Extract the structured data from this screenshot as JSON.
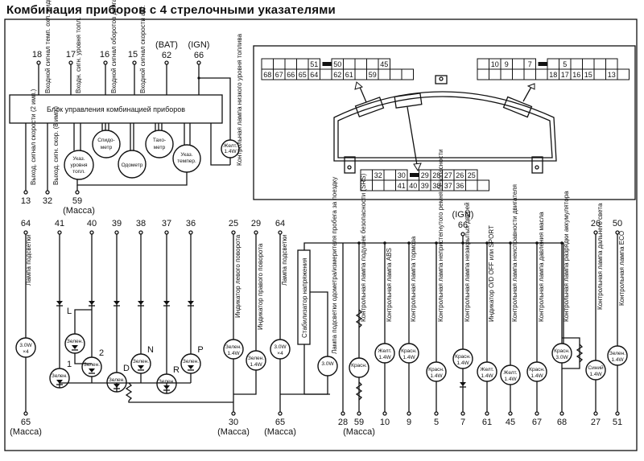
{
  "title": "Комбинация приборов с 4 стрелочными указателями",
  "top_section": {
    "control_unit_label": "Блок управления комбинацией приборов",
    "top_pins": [
      {
        "num": "18",
        "label": "Входной сигнал темп. охл. жидк."
      },
      {
        "num": "17",
        "label": "Входн. сигн. уровня топл."
      },
      {
        "num": "16",
        "label": "Входной сигнал оборотов двигателя"
      },
      {
        "num": "15",
        "label": "Входной сигнал скорости авт."
      },
      {
        "num": "62",
        "label": "",
        "tag": "(BAT)"
      },
      {
        "num": "66",
        "label": "",
        "tag": "(IGN)"
      }
    ],
    "bottom_pins": [
      {
        "num": "13",
        "label": "Выход. сигнал скорости (2 имп.)"
      },
      {
        "num": "32",
        "label": "Выход. сигн. скор. (8 имп.)"
      },
      {
        "num": "59",
        "sub": "(Масса)"
      }
    ],
    "gauges": [
      {
        "id": "fuel",
        "label": "Указ. уровня топл."
      },
      {
        "id": "speedometer",
        "label": "Спидо-метр"
      },
      {
        "id": "odometer",
        "label": "Одометр"
      },
      {
        "id": "tachometer",
        "label": "Тахо-метр"
      },
      {
        "id": "temp",
        "label": "Указ. темпер."
      }
    ],
    "low_fuel_lamp": {
      "rating": "Желт. 1.4W",
      "label": "Контрольная лампа низкого уровня топлива"
    }
  },
  "connectors": {
    "left": {
      "row1": [
        "",
        "",
        "",
        "",
        "51",
        "KEY",
        "50",
        "",
        "",
        "",
        "45"
      ],
      "row2": [
        "68",
        "67",
        "66",
        "65",
        "64",
        "",
        "62",
        "61",
        "",
        "59",
        "",
        "",
        ""
      ]
    },
    "right": {
      "row1": [
        "",
        "10",
        "9",
        "",
        "7",
        "KEY",
        "",
        "5",
        "",
        "",
        "",
        ""
      ],
      "row2": [
        "",
        "",
        "",
        "",
        "",
        "",
        "18",
        "17",
        "16",
        "15",
        "",
        "13",
        ""
      ]
    },
    "bottom": {
      "row1": [
        "",
        "32",
        "",
        "30",
        "KEY",
        "29",
        "28",
        "27",
        "26",
        "25"
      ],
      "row2": [
        "",
        "",
        "",
        "41",
        "40",
        "39",
        "38",
        "37",
        "36",
        "",
        ""
      ]
    }
  },
  "bottom_section": {
    "ign_label": "(IGN)",
    "ign_pin": "66",
    "circuits": [
      {
        "pin_top": "64",
        "label": "Лампа подсветки",
        "lamp": "3.0W ×4",
        "pin_bottom": "65",
        "sub": "(Масса)"
      },
      {
        "pin_top": "41",
        "lamp": "Зелен.",
        "tag": "1"
      },
      {
        "pin_top": "40",
        "lamp": "Зелен.",
        "tag": "2",
        "extra_lamp": "Зелен.",
        "extra_tag": "L"
      },
      {
        "pin_top": "39",
        "lamp": "Зелен.",
        "tag": "D"
      },
      {
        "pin_top": "38",
        "lamp": "Зелен.",
        "tag": "N"
      },
      {
        "pin_top": "37",
        "lamp": "Зелен.",
        "tag": "R"
      },
      {
        "pin_top": "36",
        "lamp": "Зелен.",
        "tag": "P"
      },
      {
        "pin_top": "25",
        "label": "Индикатор левого поворота",
        "lamp": "Зелен. 1.4W",
        "pin_bottom": "30",
        "sub": "(Масса)"
      },
      {
        "pin_top": "29",
        "label": "Индикатор правого поворота",
        "lamp": "Зелен. 1.4W"
      },
      {
        "pin_top": "64",
        "label": "Лампа подсветки",
        "lamp": "3.0W ×4",
        "pin_bottom": "65",
        "sub": "(Масса)"
      },
      {
        "label": "Стабилизатор напряжения"
      },
      {
        "label": "Лампа подсветки одометра/измерителя пробега за поездку",
        "lamp": "3.0W",
        "pin_bottom": "28"
      },
      {
        "label": "Контрольная лампа подушек безопасности (SRS)",
        "lamp": "Красн.",
        "pin_bottom": "59",
        "sub": "(Масса)"
      },
      {
        "label": "Контрольная лампа ABS",
        "lamp": "Желт. 1.4W",
        "pin_bottom": "10"
      },
      {
        "label": "Контрольная лампа тормоза",
        "lamp": "Красн. 1.4W",
        "pin_bottom": "9"
      },
      {
        "label": "Контрольная лампа непристегнутого ремня безопасности",
        "lamp": "Красн. 1.4W",
        "pin_bottom": "5"
      },
      {
        "label": "Контрольная лампа незакрытых дверей",
        "lamp": "Красн. 1.4W",
        "pin_bottom": "7"
      },
      {
        "label": "Индикатор O/D OFF или SPORT",
        "lamp": "Желт. 1.4W",
        "pin_bottom": "61"
      },
      {
        "label": "Контрольная лампа неисправности двигателя",
        "lamp": "Желт. 1.4W",
        "pin_bottom": "45"
      },
      {
        "label": "Контрольная лампа давления масла",
        "lamp": "Красн. 1.4W",
        "pin_bottom": "67"
      },
      {
        "label": "Контрольная лампа разрядки аккумулятора",
        "lamp": "Красн. 3.0W",
        "pin_bottom": "68"
      },
      {
        "pin_top": "26",
        "label": "Контрольная лампа дальнего света",
        "lamp": "Синий 1.4W",
        "pin_bottom": "27"
      },
      {
        "pin_top": "50",
        "label": "Контрольная лампа ECO",
        "lamp": "Зелен. 1.4W",
        "pin_bottom": "51"
      }
    ]
  }
}
